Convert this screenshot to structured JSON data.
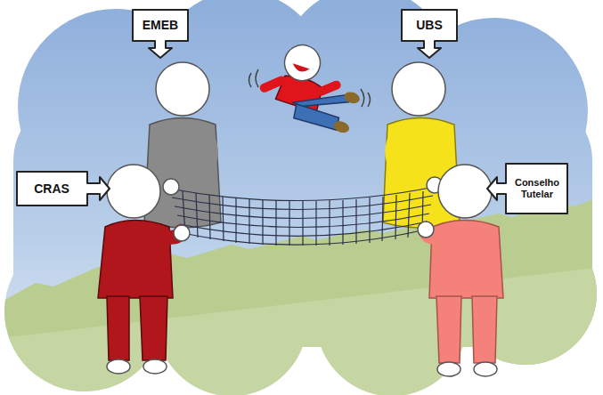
{
  "diagram": {
    "nodes": [
      {
        "text": [
          "EMEB"
        ]
      },
      {
        "text": [
          "UBS"
        ]
      },
      {
        "text": [
          "CRAS"
        ]
      },
      {
        "text": [
          "Conselho Tutelar"
        ]
      }
    ]
  }
}
